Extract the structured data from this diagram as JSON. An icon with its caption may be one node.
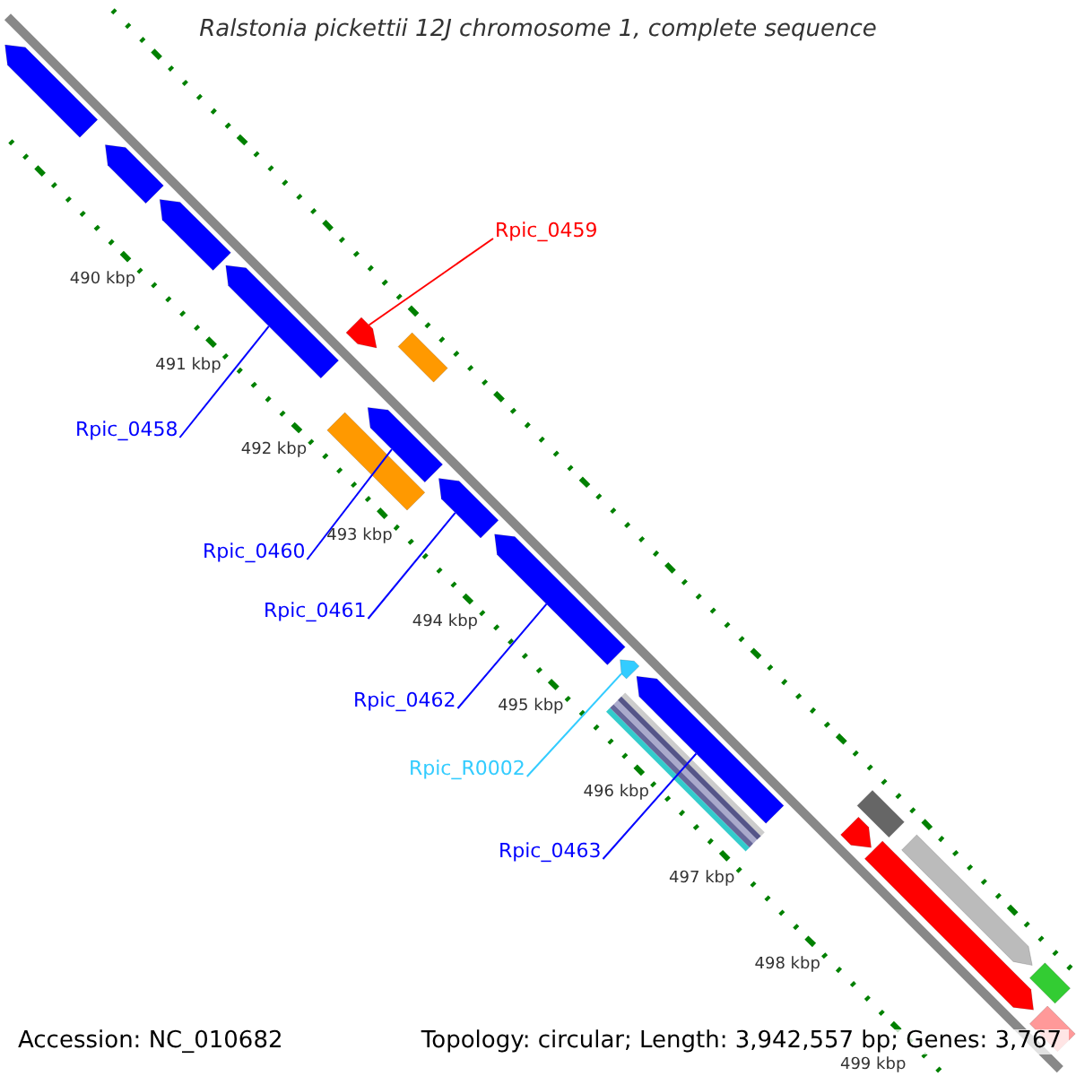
{
  "diagram": {
    "title": "Ralstonia pickettii 12J chromosome 1, complete sequence",
    "nodes": [
      {
        "text": [
          "Rpic_0459"
        ]
      },
      {
        "text": [
          "Rpic_0458"
        ]
      },
      {
        "text": [
          "Rpic_0460"
        ]
      },
      {
        "text": [
          "Rpic_0461"
        ]
      },
      {
        "text": [
          "Rpic_0462"
        ]
      },
      {
        "text": [
          "Rpic_R0002"
        ]
      },
      {
        "text": [
          "Rpic_0463"
        ]
      },
      {
        "text": [],
        "shape": "arrow"
      },
      {
        "text": [],
        "shape": "arrow"
      },
      {
        "text": [],
        "shape": "arrow"
      },
      {
        "text": [],
        "shape": "arrow"
      },
      {
        "text": [],
        "shape": "arrow"
      },
      {
        "text": [],
        "shape": "box"
      },
      {
        "text": [],
        "shape": "box"
      },
      {
        "text": [],
        "shape": "arrow"
      },
      {
        "text": [],
        "shape": "arrow"
      },
      {
        "text": [],
        "shape": "arrow"
      },
      {
        "text": [],
        "shape": "arrow"
      },
      {
        "text": [],
        "shape": "bar"
      },
      {
        "text": [],
        "shape": "arrow"
      },
      {
        "text": [],
        "shape": "box"
      },
      {
        "text": [],
        "shape": "arrow"
      },
      {
        "text": [],
        "shape": "arrow"
      },
      {
        "text": [],
        "shape": "arrow"
      },
      {
        "text": [],
        "shape": "box"
      },
      {
        "text": [],
        "shape": "box"
      }
    ],
    "edges": [
      {
        "from": 0,
        "to": 11,
        "arrow": "none",
        "color": "#ff0000"
      },
      {
        "from": 1,
        "to": 10,
        "arrow": "none"
      },
      {
        "from": 2,
        "to": 14,
        "arrow": "none"
      },
      {
        "from": 3,
        "to": 15,
        "arrow": "none"
      },
      {
        "from": 4,
        "to": 16,
        "arrow": "none"
      },
      {
        "from": 5,
        "to": 17,
        "arrow": "none",
        "color": "#33ccff"
      },
      {
        "from": 6,
        "to": 19,
        "arrow": "none"
      }
    ],
    "labels": [
      "490 kbp",
      "491 kbp",
      "492 kbp",
      "493 kbp",
      "494 kbp",
      "495 kbp",
      "496 kbp",
      "497 kbp",
      "498 kbp",
      "499 kbp",
      "Accession: NC_010682",
      "Topology: circular; Length: 3,942,557 bp; Genes: 3,767"
    ]
  }
}
